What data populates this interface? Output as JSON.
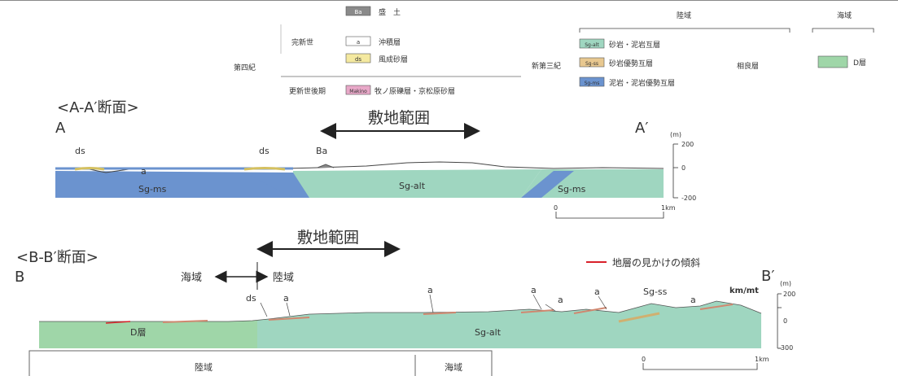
{
  "legend": {
    "land_header": "陸域",
    "sea_header": "海域",
    "quaternary": "第四紀",
    "holocene": "完新世",
    "pleistocene": "更新世後期",
    "neogene": "新第三紀",
    "sagara": "相良層",
    "items": {
      "ba": {
        "code": "Ba",
        "label": "盛　土",
        "color": "#8a8a8a"
      },
      "a": {
        "code": "a",
        "label": "沖積層",
        "color": "#ffffff"
      },
      "ds": {
        "code": "ds",
        "label": "風成砂層",
        "color": "#f4e9a0"
      },
      "mt": {
        "code": "Makino",
        "label": "牧ノ原礫層・京松原砂層",
        "color": "#e8a8c8"
      },
      "sg_alt": {
        "code": "Sg-alt",
        "label": "砂岩・泥岩互層",
        "color": "#9fd6c0"
      },
      "sg_ss": {
        "code": "Sg-ss",
        "label": "砂岩優勢互層",
        "color": "#e8c890"
      },
      "sg_ms": {
        "code": "Sg-ms",
        "label": "泥岩・泥岩優勢互層",
        "color": "#6b93cf"
      },
      "d": {
        "code": "D層",
        "label": "D層",
        "color": "#9fd6a8"
      }
    }
  },
  "section_a": {
    "title": "<A-A′断面>",
    "left_end": "A",
    "right_end": "A′",
    "site_range": "敷地範囲",
    "labels": {
      "ds1": "ds",
      "ds2": "ds",
      "ba": "Ba",
      "a": "a",
      "sg_ms_left": "Sg-ms",
      "sg_alt": "Sg-alt",
      "sg_ms_right": "Sg-ms"
    },
    "elev_unit": "(m)",
    "elev_ticks": [
      "200",
      "0",
      "-200"
    ],
    "scale_start": "0",
    "scale_end": "1km"
  },
  "section_b": {
    "title": "<B-B′断面>",
    "left_end": "B",
    "right_end": "B′",
    "site_range": "敷地範囲",
    "sea_side": "海域",
    "land_side": "陸域",
    "dip_legend": "地層の見かけの傾斜",
    "labels": {
      "ds": "ds",
      "a1": "a",
      "a2": "a",
      "a3": "a",
      "a4": "a",
      "a5": "a",
      "sg_ss": "Sg-ss",
      "makino": "km/mt",
      "d": "D層",
      "sg_alt": "Sg-alt"
    },
    "elev_unit": "(m)",
    "elev_ticks": [
      "200",
      "0",
      "-300"
    ],
    "scale_start": "0",
    "scale_end": "1km"
  },
  "bottom_table": {
    "land": "陸域",
    "sea": "海域"
  }
}
